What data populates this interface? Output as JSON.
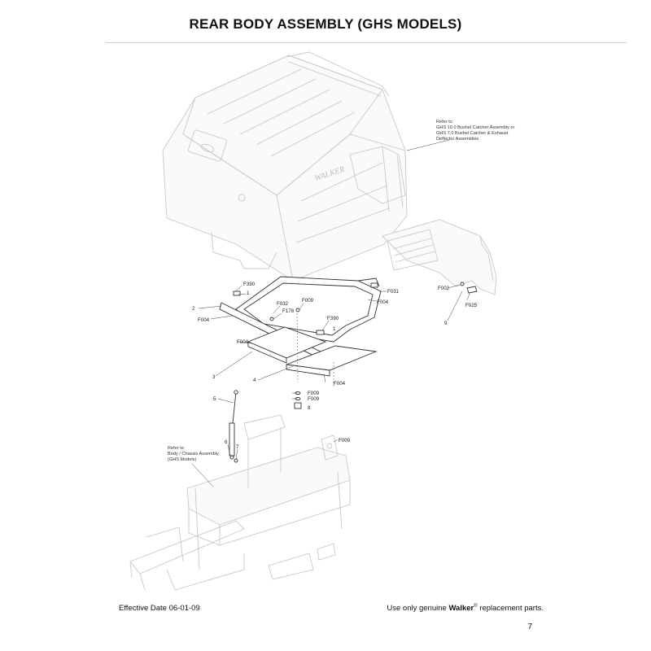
{
  "page": {
    "title": "REAR BODY ASSEMBLY (GHS MODELS)",
    "effective_date": "Effective Date 06-01-09",
    "footer_note_prefix": "Use only genuine ",
    "footer_brand": "Walker",
    "footer_reg": "®",
    "footer_note_suffix": " replacement parts.",
    "page_number": "7"
  },
  "diagram": {
    "brand_on_body": "WALKER",
    "note_top": [
      "Refer to",
      "GHS 10.0 Bushel Catcher Assembly or",
      "GHS 7.0 Bushel Catcher & Exhaust",
      "Deflector Assemblies"
    ],
    "note_bottom": [
      "Refer to",
      "Body / Chassis Assembly",
      "(GHS Models)"
    ],
    "labels": {
      "F390_a": "F390",
      "n1_a": "1",
      "F031": "F031",
      "F004_right": "F004",
      "n2": "2",
      "F032": "F032",
      "F009_top": "F009",
      "F178": "F178",
      "F390_b": "F390",
      "n1_b": "1",
      "F004_left": "F004",
      "F004_mid": "F004",
      "n3": "3",
      "n4": "4",
      "F004_bottom": "F004",
      "F009_b1": "F009",
      "F009_b2": "F009",
      "n8": "8",
      "n5": "5",
      "n6": "6",
      "n7": "7",
      "F009_chassis": "F009",
      "F002": "F002",
      "F025": "F025",
      "n9": "9"
    }
  }
}
